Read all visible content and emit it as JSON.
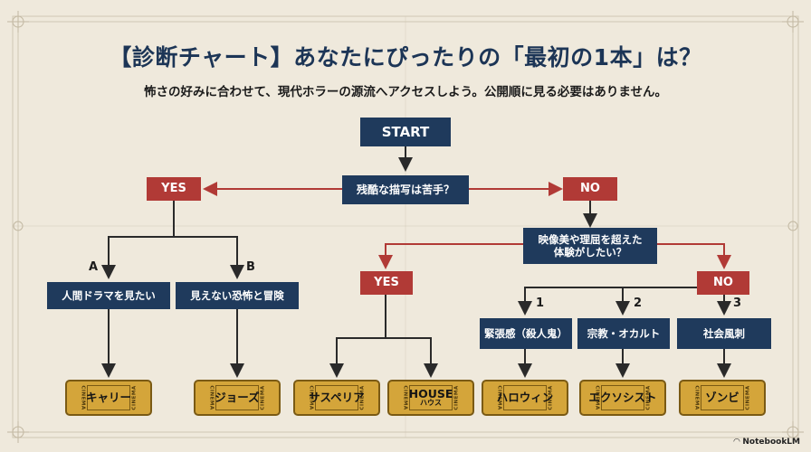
{
  "title": "【診断チャート】あなたにぴったりの「最初の1本」は？",
  "subtitle": "怖さの好みに合わせて、現代ホラーの源流へアクセスしよう。公開順に見る必要はありません。",
  "start": "START",
  "q1": "残酷な描写は苦手？",
  "q1_yes": "YES",
  "q1_no": "NO",
  "q2": [
    "映像美や理屈を超えた",
    "体験がしたい？"
  ],
  "q2_yes": "YES",
  "q2_no": "NO",
  "branch_a": "A",
  "branch_b": "B",
  "option_a": "人間ドラマを見たい",
  "option_b": "見えない恐怖と冒険",
  "branch_1": "1",
  "branch_2": "2",
  "branch_3": "3",
  "option_1": "緊張感（殺人鬼）",
  "option_2": "宗教・オカルト",
  "option_3": "社会風刺",
  "ticket_side_text": "CINEMA",
  "tickets": {
    "carrie": "キャリー",
    "jaws": "ジョーズ",
    "suspiria": "サスペリア",
    "house_main": "HOUSE",
    "house_sub": "ハウス",
    "halloween": "ハロウィン",
    "exorcist": "エクソシスト",
    "zombie": "ゾンビ"
  },
  "brand": "NotebookLM",
  "colors": {
    "navy": "#1f3a5c",
    "red": "#b13a36",
    "ticket_gold": "#d4a53a",
    "background": "#efe9dc"
  }
}
